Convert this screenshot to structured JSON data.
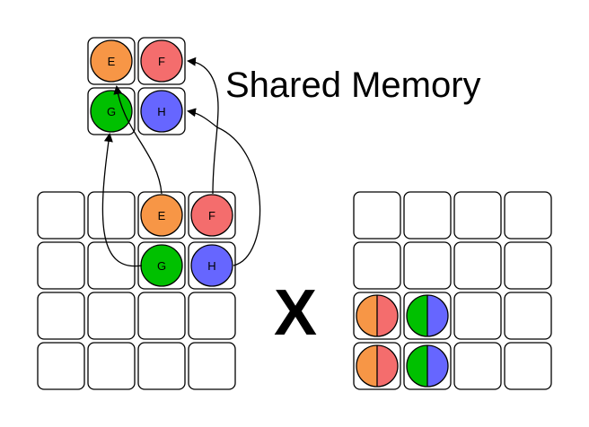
{
  "title": "Shared Memory",
  "operator": "X",
  "colors": {
    "E": "#f79646",
    "F": "#f46d6d",
    "G": "#00c000",
    "H": "#6666ff"
  },
  "shared_memory": {
    "rows": 2,
    "cols": 2,
    "cells": [
      [
        "E",
        "F"
      ],
      [
        "G",
        "H"
      ]
    ]
  },
  "left_matrix": {
    "rows": 4,
    "cols": 4,
    "filled": [
      {
        "row": 0,
        "col": 2,
        "label": "E"
      },
      {
        "row": 0,
        "col": 3,
        "label": "F"
      },
      {
        "row": 1,
        "col": 2,
        "label": "G"
      },
      {
        "row": 1,
        "col": 3,
        "label": "H"
      }
    ]
  },
  "right_matrix": {
    "rows": 4,
    "cols": 4,
    "split_filled": [
      {
        "row": 2,
        "col": 0,
        "left": "E",
        "right": "F"
      },
      {
        "row": 2,
        "col": 1,
        "left": "G",
        "right": "H"
      },
      {
        "row": 3,
        "col": 0,
        "left": "E",
        "right": "F"
      },
      {
        "row": 3,
        "col": 1,
        "left": "G",
        "right": "H"
      }
    ]
  },
  "transfers": [
    {
      "from": "E",
      "to": "E"
    },
    {
      "from": "F",
      "to": "F"
    },
    {
      "from": "G",
      "to": "G"
    },
    {
      "from": "H",
      "to": "H"
    }
  ]
}
